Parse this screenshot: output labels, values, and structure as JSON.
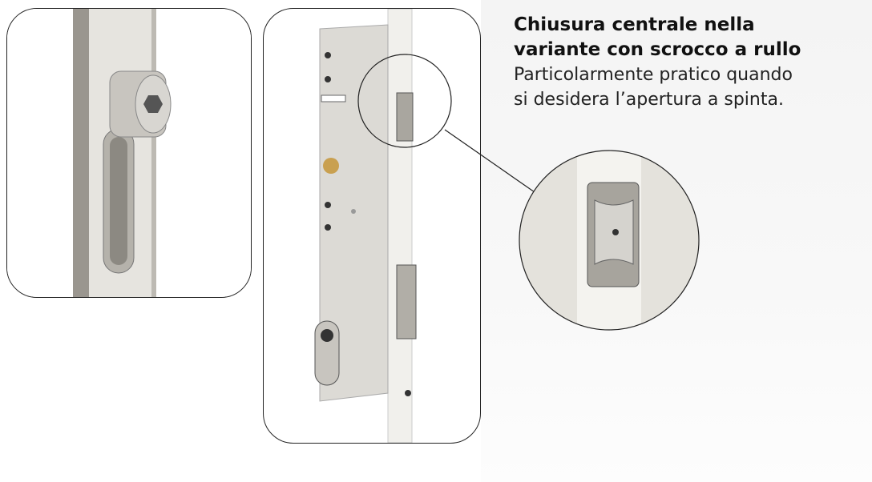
{
  "caption": {
    "title_line1": "Chiusura centrale nella",
    "title_line2": "variante con scrocco a rullo",
    "body_line1": "Particolarmente pratico quando",
    "body_line2": "si desidera l’apertura a spinta."
  },
  "colors": {
    "metal": "#c9c7c2",
    "frame": "#e9e8e4",
    "outline": "#222222"
  }
}
